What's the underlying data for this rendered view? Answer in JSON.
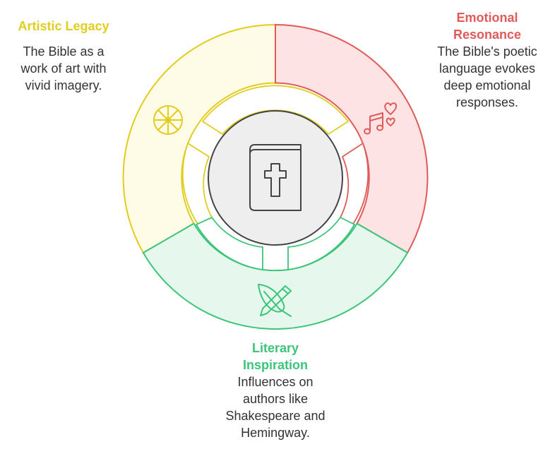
{
  "colors": {
    "yellow_stroke": "#e1cd1e",
    "yellow_fill": "#fefbe6",
    "red_stroke": "#e05a5a",
    "red_fill": "#fde3e3",
    "green_stroke": "#3cc57a",
    "green_fill": "#e6f8ee",
    "hub_fill": "#eeeeee",
    "hub_stroke": "#444444",
    "text": "#333333"
  },
  "center": {
    "icon": "bible-icon"
  },
  "sections": [
    {
      "key": "artistic",
      "title": "Artistic Legacy",
      "description": "The Bible as a\nwork of art with\nvivid imagery.",
      "icon": "wheel-icon"
    },
    {
      "key": "emotional",
      "title": "Emotional\nResonance",
      "description": "The Bible's poetic\nlanguage evokes\ndeep emotional\nresponses.",
      "icon": "music-hearts-icon"
    },
    {
      "key": "literary",
      "title": "Literary\nInspiration",
      "description": "Influences on\nauthors like\nShakespeare and\nHemingway.",
      "icon": "quill-pen-icon"
    }
  ]
}
